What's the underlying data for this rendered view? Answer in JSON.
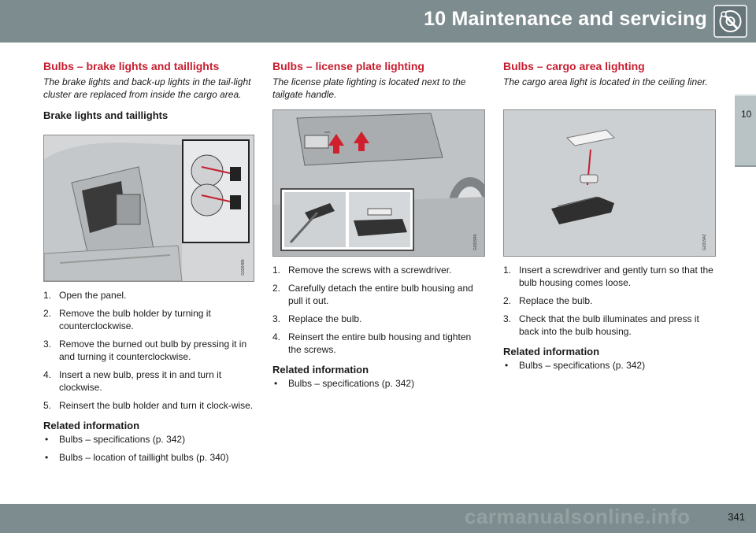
{
  "header": {
    "title": "10 Maintenance and servicing",
    "icon": "wrench-gear-icon"
  },
  "side_tab": {
    "label": "10"
  },
  "page_number": "341",
  "watermark": "carmanualsonline.info",
  "columns": [
    {
      "title": "Bulbs – brake lights and taillights",
      "intro": "The brake lights and back-up lights in the tail-light cluster are replaced from inside the cargo area.",
      "subheading": "Brake lights and taillights",
      "figure_code": "G026485",
      "steps": [
        {
          "n": "1.",
          "text": "Open the panel."
        },
        {
          "n": "2.",
          "text": "Remove the bulb holder by turning it counterclockwise."
        },
        {
          "n": "3.",
          "text": "Remove the burned out bulb by pressing it in and turning it counterclockwise."
        },
        {
          "n": "4.",
          "text": "Insert a new bulb, press it in and turn it clockwise."
        },
        {
          "n": "5.",
          "text": "Reinsert the bulb holder and turn it clock-wise."
        }
      ],
      "related_title": "Related information",
      "related": [
        "Bulbs – specifications (p. 342)",
        "Bulbs – location of taillight bulbs (p. 340)"
      ]
    },
    {
      "title": "Bulbs – license plate lighting",
      "intro": "The license plate lighting is located next to the tailgate handle.",
      "figure_code": "G031940",
      "steps": [
        {
          "n": "1.",
          "text": "Remove the screws with a screwdriver."
        },
        {
          "n": "2.",
          "text": "Carefully detach the entire bulb housing and pull it out."
        },
        {
          "n": "3.",
          "text": "Replace the bulb."
        },
        {
          "n": "4.",
          "text": "Reinsert the entire bulb housing and tighten the screws."
        }
      ],
      "related_title": "Related information",
      "related": [
        "Bulbs – specifications (p. 342)"
      ]
    },
    {
      "title": "Bulbs – cargo area lighting",
      "intro": "The cargo area light is located in the ceiling liner.",
      "figure_code": "G031942",
      "steps": [
        {
          "n": "1.",
          "text": "Insert a screwdriver and gently turn so that the bulb housing comes loose."
        },
        {
          "n": "2.",
          "text": "Replace the bulb."
        },
        {
          "n": "3.",
          "text": "Check that the bulb illuminates and press it back into the bulb housing."
        }
      ],
      "related_title": "Related information",
      "related": [
        "Bulbs – specifications (p. 342)"
      ]
    }
  ],
  "colors": {
    "header_bg": "#7d8c8f",
    "heading_red": "#c61e2f",
    "tab_bg": "#b9c2c4",
    "arrow_red": "#d0202e"
  }
}
